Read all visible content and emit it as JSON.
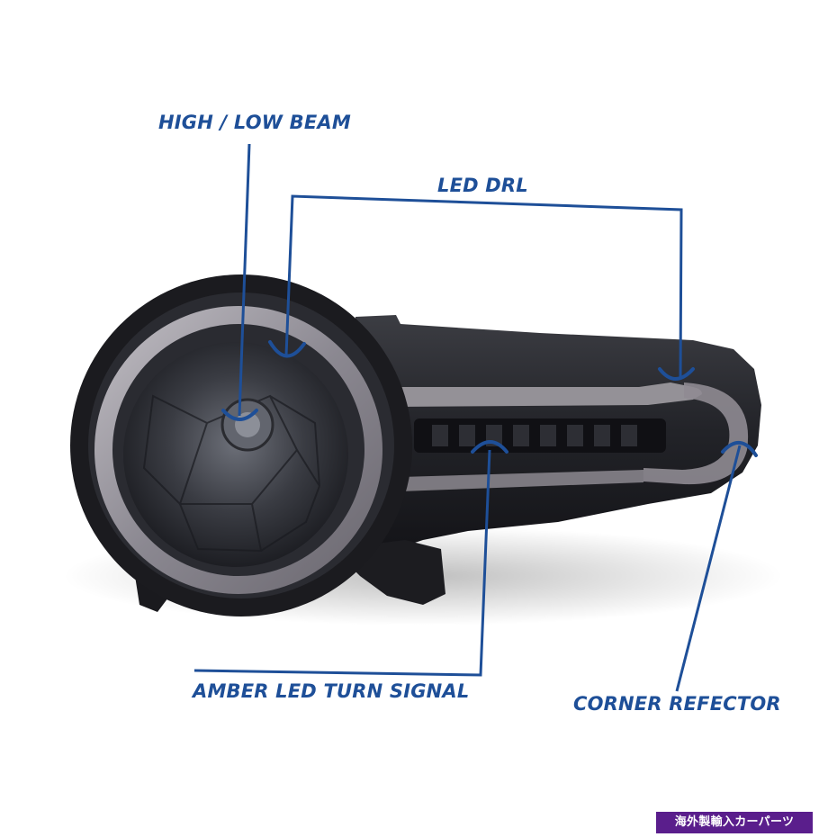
{
  "callouts": {
    "high_low_beam": "HIGH / LOW BEAM",
    "led_drl": "LED DRL",
    "amber_turn_signal": "AMBER LED TURN SIGNAL",
    "corner_reflector": "CORNER REFECTOR"
  },
  "watermark": "海外製輸入カーパーツ",
  "colors": {
    "callout_blue": "#1e4f98",
    "housing_dark": "#1c1c1f",
    "watermark_bg": "#5a1e8c"
  }
}
